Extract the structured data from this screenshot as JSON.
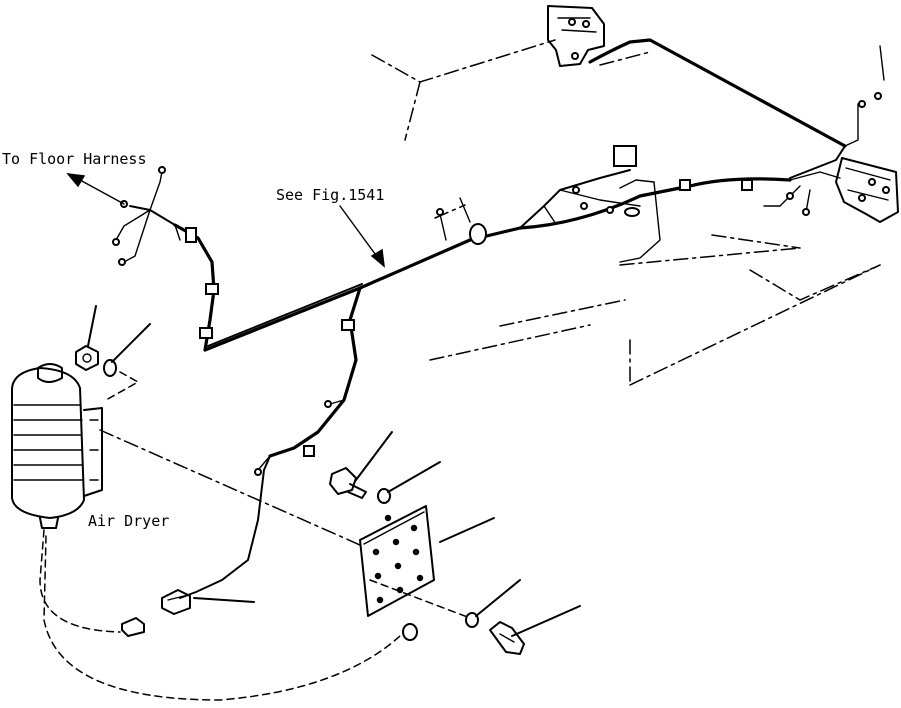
{
  "labels": {
    "to_floor_harness": "To Floor Harness",
    "see_fig": "See Fig.1541",
    "air_dryer": "Air Dryer"
  },
  "colors": {
    "ink": "#000000",
    "paper": "#ffffff"
  }
}
